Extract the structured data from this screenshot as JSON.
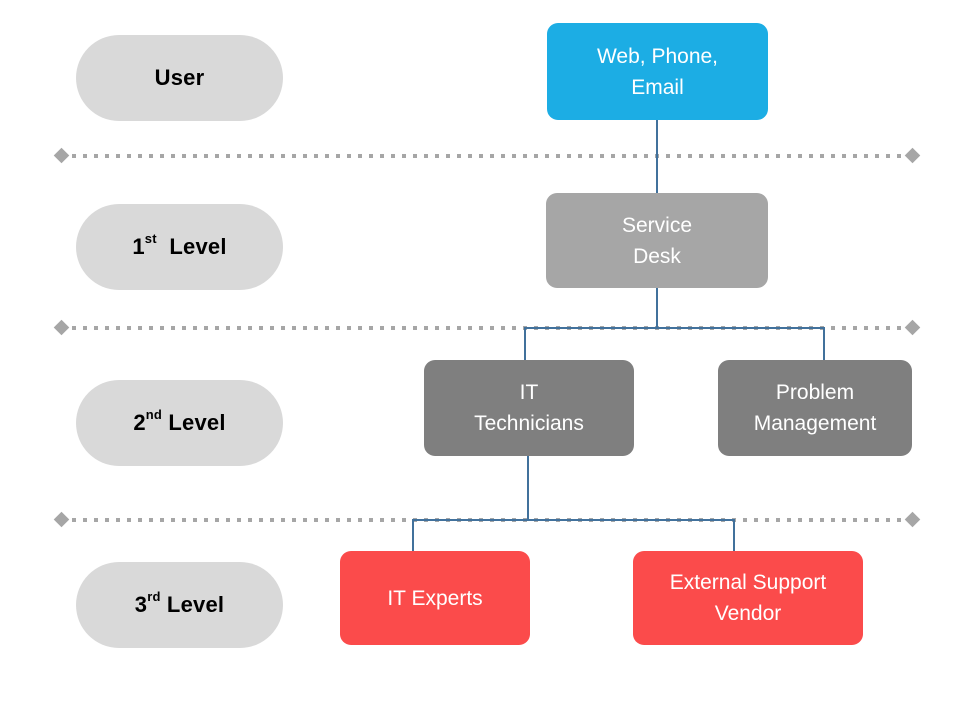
{
  "colors": {
    "level_pill": "#d9d9d9",
    "entry_blue": "#1cade4",
    "service_desk_gray": "#a6a6a6",
    "second_level_gray": "#7f7f7f",
    "third_level_red": "#fb4b4b",
    "connector": "#41719c",
    "divider_gray": "#a6a6a6",
    "pill_text": "#000000",
    "node_text": "#ffffff"
  },
  "levels": [
    {
      "id": "user",
      "text": "User",
      "sup": "",
      "rest": ""
    },
    {
      "id": "first-level",
      "text": "1",
      "sup": "st",
      "rest": "  Level"
    },
    {
      "id": "second-level",
      "text": "2",
      "sup": "nd",
      "rest": " Level"
    },
    {
      "id": "third-level",
      "text": "3",
      "sup": "rd",
      "rest": " Level"
    }
  ],
  "nodes": {
    "entry": {
      "label": "Web, Phone,\nEmail"
    },
    "service_desk": {
      "label": "Service\nDesk"
    },
    "it_technicians": {
      "label": "IT\nTechnicians"
    },
    "problem_management": {
      "label": "Problem\nManagement"
    },
    "it_experts": {
      "label": "IT Experts"
    },
    "external_support_vendor": {
      "label": "External Support\nVendor"
    }
  }
}
